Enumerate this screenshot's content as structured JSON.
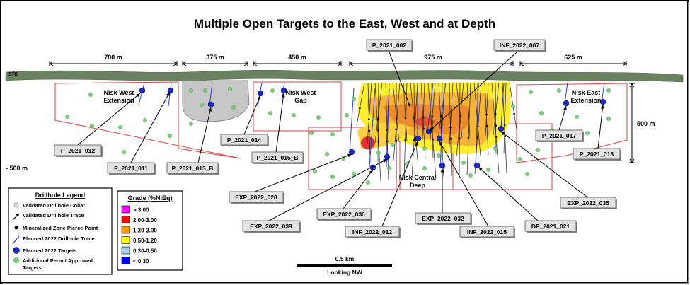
{
  "title": "Multiple Open Targets to the East, West and at Depth",
  "surface_label": "sfc",
  "depth_label": "- 500 m",
  "right_depth_label": "500 m",
  "dimensions": [
    "700 m",
    "375 m",
    "450 m",
    "975 m",
    "625 m"
  ],
  "zones": {
    "nisk_west_extension": [
      "Nisk West",
      "Extension"
    ],
    "nisk_west_gap": [
      "Nisk West",
      "Gap"
    ],
    "nisk_east_extension": [
      "Nisk East",
      "Extension"
    ],
    "nisk_central_deep": [
      "Nisk Central",
      "Deep"
    ]
  },
  "callouts": [
    "P_2021_002",
    "INF_2022_007",
    "P_2021_012",
    "P_2021_011",
    "P_2021_013_B",
    "P_2021_014",
    "P_2021_015_B",
    "P_2021_017",
    "P_2021_018",
    "EXP_2022_028",
    "EXP_2022_030",
    "EXP_2022_039",
    "INF_2022_012",
    "EXP_2022_032",
    "INF_2022_015",
    "DP_2021_021",
    "EXP_2022_035"
  ],
  "drillhole_legend": {
    "title": "Drillhole Legend",
    "items": [
      {
        "label": "Validated Drillhole Collar",
        "icon": "collar-icon"
      },
      {
        "label": "Validated Drillhole Trace",
        "icon": "trace-icon"
      },
      {
        "label": "Mineralized Zone Pierce Point",
        "icon": "pierce-point-icon"
      },
      {
        "label": "Planned 2022 Drillhole Trace",
        "icon": "planned-trace-icon"
      },
      {
        "label": "Planned 2022 Targets",
        "icon": "planned-target-icon"
      },
      {
        "label": "Additional Permit Approved",
        "icon": "permit-target-icon"
      }
    ],
    "continuation": "Targets"
  },
  "grade_legend": {
    "title": "Grade (%NiEq)",
    "items": [
      {
        "label": "> 3.00",
        "color": "#ff00ff"
      },
      {
        "label": "2.00-3.00",
        "color": "#ff0000"
      },
      {
        "label": "1.20-2.00",
        "color": "#ff9900"
      },
      {
        "label": "0.50-1.20",
        "color": "#ffff00"
      },
      {
        "label": "0.30-0.50",
        "color": "#a8d0e8"
      },
      {
        "label": "< 0.30",
        "color": "#0000ff"
      }
    ]
  },
  "scale_bar": {
    "label": "0.5 km",
    "view": "Looking NW"
  }
}
